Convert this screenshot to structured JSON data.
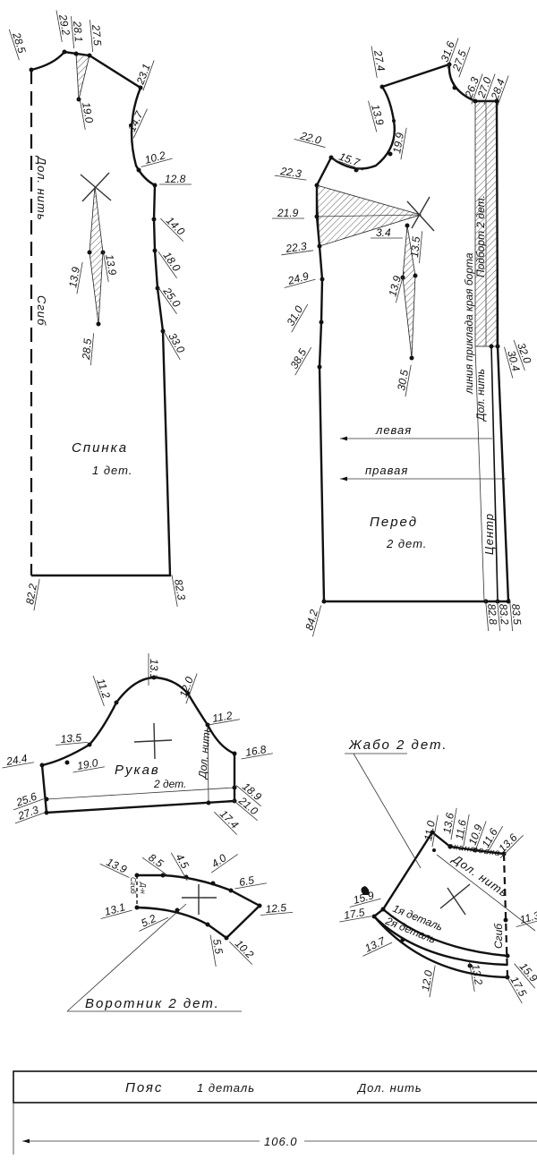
{
  "back": {
    "title": "Спинка",
    "count": "1 дет.",
    "fold": "Сгиб",
    "grain": "Дол. нить",
    "dims": [
      "28.5",
      "29.2",
      "28.1",
      "27.5",
      "23.1",
      "19.0",
      "14.7",
      "10.2",
      "12.8",
      "14.0",
      "18.0",
      "25.0",
      "33.0",
      "13.9",
      "13.9",
      "28.5",
      "82.2",
      "82.3"
    ]
  },
  "front": {
    "title": "Перед",
    "count": "2 дет.",
    "left": "левая",
    "right": "правая",
    "center": "Центр",
    "edge_line": "линия приклада края борта",
    "facing": "Подборт 2 дет.",
    "grain": "Дол. нить",
    "dims": [
      "31.6",
      "27.5",
      "27.4",
      "13.9",
      "19.9",
      "22.0",
      "15.7",
      "22.3",
      "21.9",
      "22.3",
      "24.9",
      "31.0",
      "38.5",
      "3.4",
      "13.5",
      "13.9",
      "30.5",
      "26.3",
      "27.0",
      "28.4",
      "32.0",
      "30.4",
      "84.2",
      "82.8",
      "83.2",
      "83.5"
    ]
  },
  "sleeve": {
    "title": "Рукав",
    "count": "2 дет.",
    "grain": "Дол. нить",
    "dims": [
      "13.1",
      "11.2",
      "12.0",
      "11.2",
      "13.5",
      "19.0",
      "24.4",
      "16.8",
      "25.6",
      "27.3",
      "18.9",
      "21.0",
      "17.4"
    ]
  },
  "collar": {
    "title": "Воротник  2 дет.",
    "fold": "Сгиб",
    "grain": "Д-н",
    "dims": [
      "13.9",
      "8.5",
      "4.5",
      "4.0",
      "6.5",
      "12.5",
      "13.1",
      "5.2",
      "5.5",
      "10.2"
    ]
  },
  "jabot": {
    "title": "Жабо  2 дет.",
    "binding": "окантовка",
    "grain": "Дол. нить",
    "part1": "1я деталь",
    "part2": "2я деталь",
    "fold": "Сгиб",
    "dims": [
      "11.0",
      "13.6",
      "11.6",
      "10.9",
      "11.6",
      "13.6",
      "15.9",
      "17.5",
      "13.7",
      "12.0",
      "13.2",
      "17.5",
      "15.9",
      "11.3"
    ]
  },
  "belt": {
    "title": "Пояс",
    "count": "1 деталь",
    "grain": "Дол. нить",
    "length": "106.0"
  }
}
